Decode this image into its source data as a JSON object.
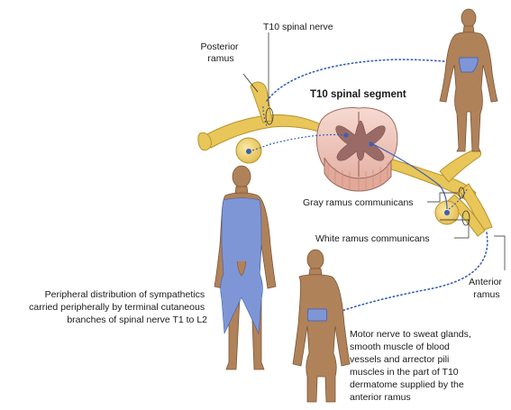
{
  "labels": {
    "t10_spinal_nerve": "T10 spinal nerve",
    "posterior_ramus": [
      "Posterior",
      "ramus"
    ],
    "t10_spinal_segment": "T10 spinal segment",
    "gray_ramus": "Gray ramus communicans",
    "white_ramus": "White ramus communicans",
    "anterior_ramus": [
      "Anterior",
      "ramus"
    ],
    "peripheral_distribution": [
      "Peripheral distribution of sympathetics",
      "carried peripherally by terminal cutaneous",
      "branches of spinal nerve T1 to L2"
    ],
    "motor_nerve": [
      "Motor nerve to sweat glands,",
      "smooth muscle of blood",
      "vessels and arrector pili",
      "muscles in the part of T10",
      "dermatome supplied by the",
      "anterior ramus"
    ]
  },
  "colors": {
    "skin": "#b0825a",
    "skin_outline": "#7a5535",
    "nerve": "#e8c65a",
    "nerve_outline": "#b8922a",
    "dermatome": "#7f96d6",
    "cord": "#efc7bd",
    "grey_matter": "#9a6b66",
    "pathway": "#3a5fb5"
  }
}
